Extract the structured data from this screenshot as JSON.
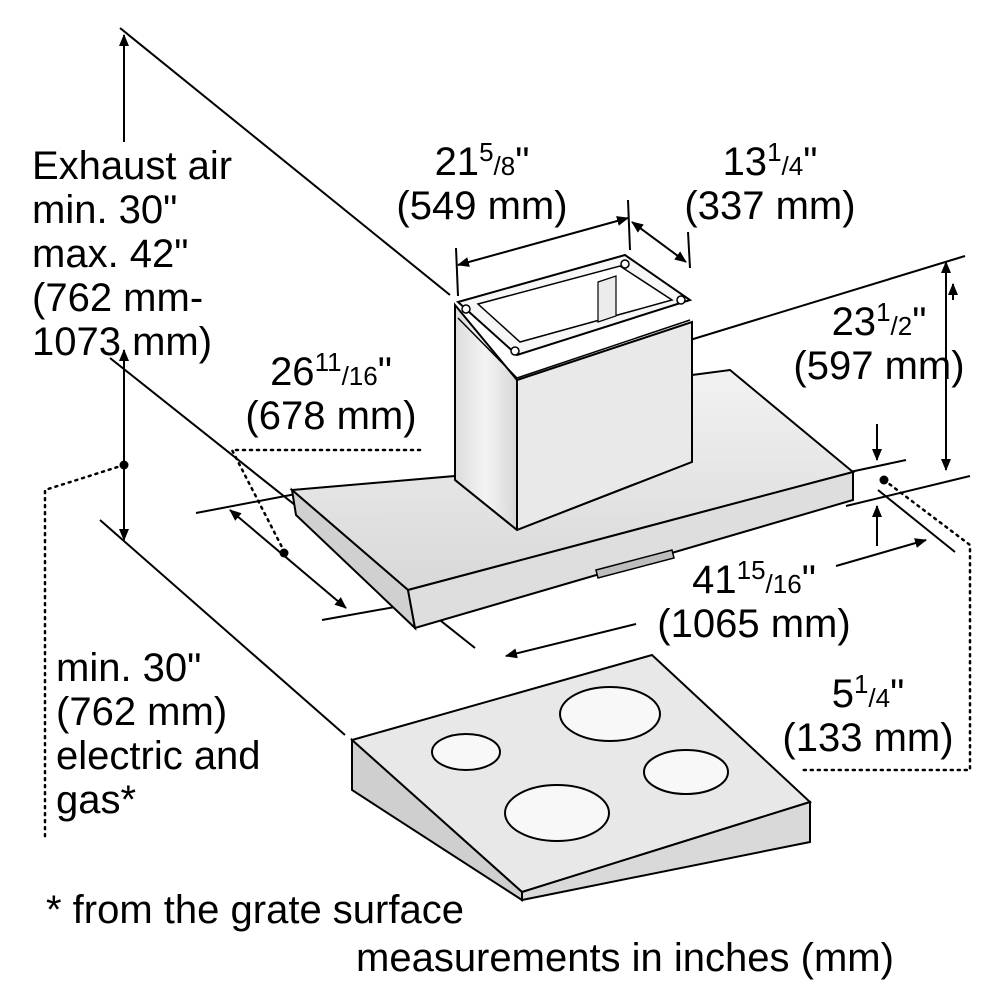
{
  "labels": {
    "exhaust": {
      "line1": "Exhaust air",
      "line2": "min. 30\"",
      "line3": "max. 42\"",
      "line4": "(762 mm-",
      "line5": "1073 mm)"
    },
    "duct_width": {
      "whole": "21",
      "num": "5",
      "den": "/8",
      "unit": "\"",
      "mm": "(549 mm)"
    },
    "duct_depth": {
      "whole": "13",
      "num": "1",
      "den": "/4",
      "unit": "\"",
      "mm": "(337 mm)"
    },
    "hood_depth": {
      "whole": "26",
      "num": "11",
      "den": "/16",
      "unit": "\"",
      "mm": "(678 mm)"
    },
    "canopy_height": {
      "whole": "23",
      "num": "1",
      "den": "/2",
      "unit": "\"",
      "mm": "(597 mm)"
    },
    "hood_width": {
      "whole": "41",
      "num": "15",
      "den": "/16",
      "unit": "\"",
      "mm": "(1065 mm)"
    },
    "hood_thickness": {
      "whole": "5",
      "num": "1",
      "den": "/4",
      "unit": "\"",
      "mm": "(133 mm)"
    },
    "clearance": {
      "line1": "min. 30\"",
      "line2": "(762 mm)",
      "line3": "electric and",
      "line4": "gas*"
    },
    "footnote": "* from the grate surface",
    "units_note": "measurements in inches (mm)"
  }
}
